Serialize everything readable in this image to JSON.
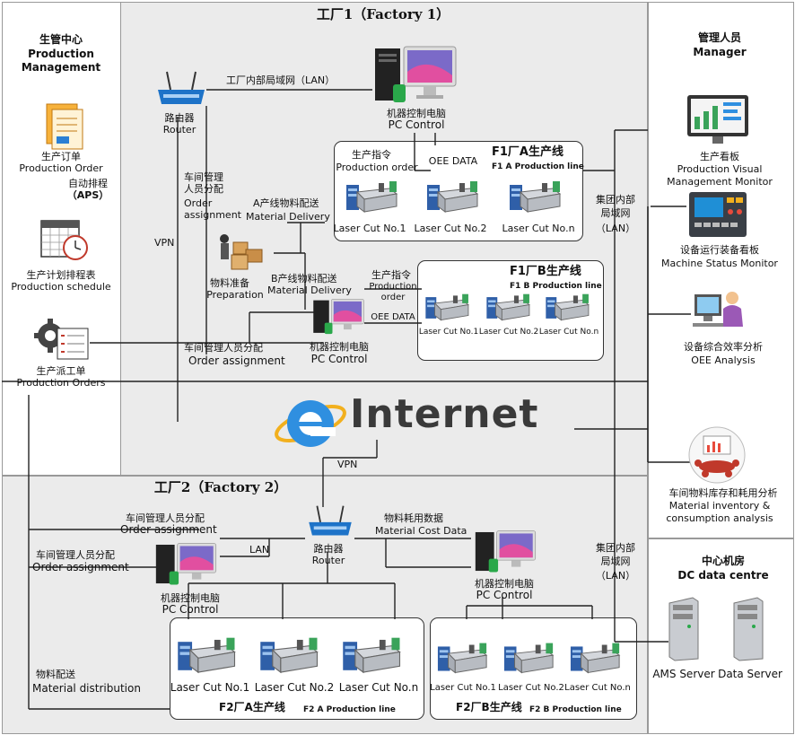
{
  "left_panel": {
    "title_zh": "生管中心",
    "title_en_1": "Production",
    "title_en_2": "Management",
    "order_zh": "生产订单",
    "order_en": "Production Order",
    "aps_zh": "自动排程",
    "aps_en": "（APS）",
    "schedule_zh": "生产计划排程表",
    "schedule_en": "Production schedule",
    "dispatch_zh": "生产派工单",
    "dispatch_en": "Production  Orders"
  },
  "factory1": {
    "title": "工厂1（Factory 1）",
    "router_zh": "路由器",
    "router_en": "Router",
    "lan": "工厂内部局域网（LAN）",
    "pc_zh": "机器控制电脑",
    "pc_en": "PC Control",
    "order_assign_zh_1": "车间管理",
    "order_assign_zh_2": "人员分配",
    "order_assign_en_1": "Order",
    "order_assign_en_2": "assignment",
    "vpn": "VPN",
    "a_delivery_zh": "A产线物料配送",
    "a_delivery_en": "Material Delivery",
    "prep_zh": "物料准备",
    "prep_en": "Preparation",
    "b_delivery_zh": "B产线物料配送",
    "b_delivery_en": "Material Delivery",
    "order_assign2_zh": "车间管理人员分配",
    "order_assign2_en": "Order assignment",
    "pc2_zh": "机器控制电脑",
    "pc2_en": "PC Control",
    "line_a": {
      "cmd_zh": "生产指令",
      "cmd_en": "Production order",
      "oee": "OEE DATA",
      "title_zh": "F1厂A生产线",
      "title_en": "F1 A Production line",
      "machines": [
        "Laser Cut No.1",
        "Laser Cut No.2",
        "Laser Cut No.n"
      ]
    },
    "line_b": {
      "cmd_zh": "生产指令",
      "cmd_en_1": "Production",
      "cmd_en_2": "order",
      "oee": "OEE DATA",
      "title_zh": "F1厂B生产线",
      "title_en": "F1 B Production line",
      "machines": [
        "Laser Cut No.1",
        "Laser Cut No.2",
        "Laser Cut No.n"
      ]
    }
  },
  "internet": {
    "label": "Internet",
    "vpn": "VPN"
  },
  "factory2": {
    "title": "工厂2（Factory 2）",
    "order_assign_zh": "车间管理人员分配",
    "order_assign_en": "Order assignment",
    "order_assign2_zh": "车间管理人员分配",
    "order_assign2_en": "Order assignment",
    "lan": "LAN",
    "router_zh": "路由器",
    "router_en": "Router",
    "cost_zh": "物料耗用数据",
    "cost_en": "Material Cost Data",
    "pc_zh": "机器控制电脑",
    "pc_en": "PC Control",
    "pc2_zh": "机器控制电脑",
    "pc2_en": "PC Control",
    "distribution_zh": "物料配送",
    "distribution_en": "Material distribution",
    "line_a": {
      "title_zh": "F2厂A生产线",
      "title_en": "F2 A Production line",
      "machines": [
        "Laser Cut No.1",
        "Laser Cut No.2",
        "Laser Cut No.n"
      ]
    },
    "line_b": {
      "title_zh": "F2厂B生产线",
      "title_en": "F2 B Production line",
      "machines": [
        "Laser Cut No.1",
        "Laser Cut No.2",
        "Laser Cut No.n"
      ]
    }
  },
  "group_lan": {
    "zh_1": "集团内部",
    "zh_2": "局域网",
    "en": "（LAN）"
  },
  "group_lan2": {
    "zh_1": "集团内部",
    "zh_2": "局域网",
    "en": "（LAN）"
  },
  "right_panel": {
    "title_zh": "管理人员",
    "title_en": "Manager",
    "visual_zh": "生产看板",
    "visual_en_1": "Production Visual",
    "visual_en_2": "Management Monitor",
    "status_zh": "设备运行装备看板",
    "status_en": "Machine Status Monitor",
    "oee_zh": "设备综合效率分析",
    "oee_en": "OEE Analysis",
    "inventory_zh": "车间物料库存和耗用分析",
    "inventory_en_1": "Material inventory &",
    "inventory_en_2": "consumption analysis"
  },
  "dc": {
    "title_zh": "中心机房",
    "title_en": "DC data centre",
    "ams": "AMS Server",
    "data": "Data Server"
  },
  "colors": {
    "factory_bg": "#ebebeb",
    "panel_bg": "#ffffff",
    "accent_blue": "#1e73c8",
    "machine_grey": "#b8bcc2"
  }
}
